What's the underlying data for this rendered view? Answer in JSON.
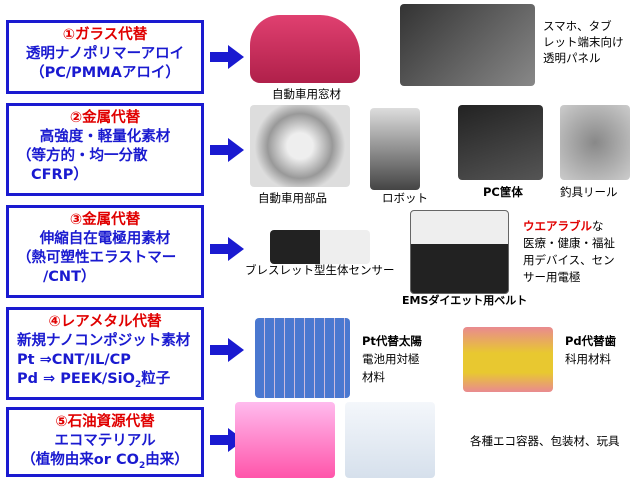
{
  "boxes": [
    {
      "title": "①ガラス代替",
      "lines": [
        "透明ナノポリマーアロイ",
        "（PC/PMMAアロイ）"
      ]
    },
    {
      "title": "②金属代替",
      "lines": [
        "高強度・軽量化素材",
        "（等方的・均一分散",
        "CFRP）"
      ]
    },
    {
      "title": "③金属代替",
      "lines": [
        "伸縮自在電極用素材",
        "（熱可塑性エラストマー",
        "/CNT）"
      ]
    },
    {
      "title": "④レアメタル代替",
      "lines": [
        "新規ナノコンポジット素材",
        "Pt ⇒CNT/IL/CP",
        "Pd ⇒ PEEK/SiO",
        "2",
        "粒子"
      ]
    },
    {
      "title": "⑤石油資源代替",
      "lines": [
        "エコマテリアル",
        "（植物由来or CO",
        "2",
        "由来）"
      ]
    }
  ],
  "captions": {
    "car_window": "自動車用窓材",
    "smartphone": [
      "スマホ、タブ",
      "レット端末向け",
      "透明パネル"
    ],
    "auto_parts": "自動車用部品",
    "robot": "ロボット",
    "pc": "PC筐体",
    "reel": "釣具リール",
    "bracelet": "ブレスレット型生体センサー",
    "ems": "EMSダイエット用ベルト",
    "wearable_hl": "ウエアラブル",
    "wearable": [
      "な",
      "医療・健康・福祉",
      "用デバイス、セン",
      "サー用電極"
    ],
    "solar": [
      "Pt代替太陽",
      "電池用対極",
      "材料"
    ],
    "dental": [
      "Pd代替歯",
      "科用材料"
    ],
    "eco": "各種エコ容器、包装材、玩具"
  },
  "colors": {
    "blue": "#1a1ad0",
    "red": "#e00000"
  }
}
